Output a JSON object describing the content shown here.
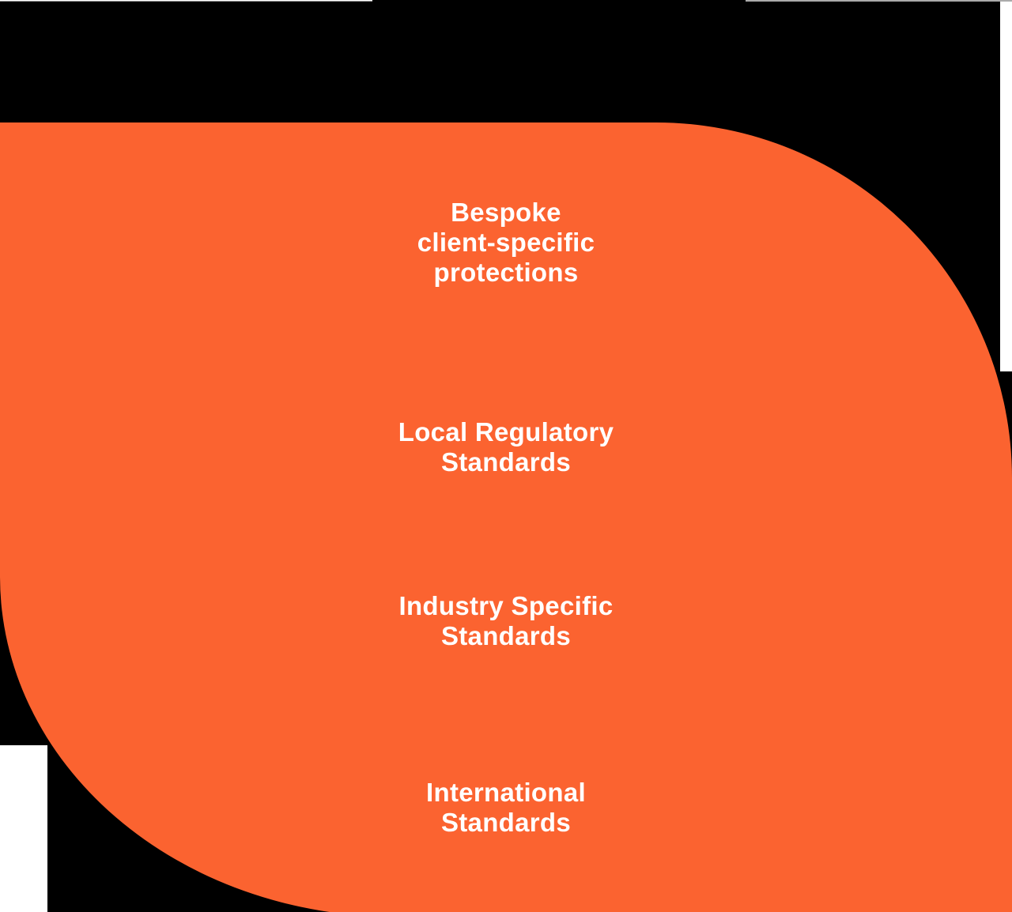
{
  "colors": {
    "background": "#000000",
    "shape_fill": "#FB6330",
    "label_text": "#FFFFFF",
    "edge_strip_white": "#FFFFFF",
    "edge_strip_gray": "#ABABAB"
  },
  "shape_labels": [
    {
      "lines": [
        "Bespoke",
        "client-specific",
        "protections"
      ]
    },
    {
      "lines": [
        "Local Regulatory",
        "Standards"
      ]
    },
    {
      "lines": [
        "Industry Specific",
        "Standards"
      ]
    },
    {
      "lines": [
        "International",
        "Standards"
      ]
    }
  ]
}
